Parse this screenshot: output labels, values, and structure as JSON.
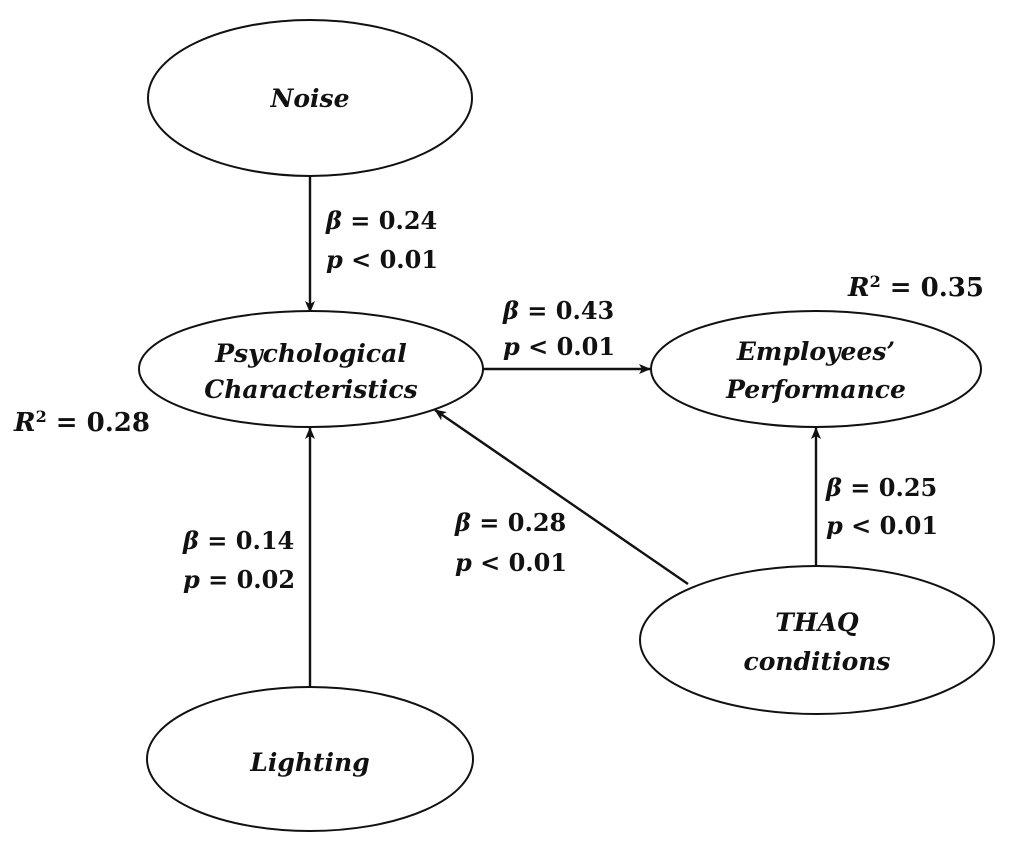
{
  "nodes": {
    "noise": {
      "lines": [
        "Noise"
      ]
    },
    "psych": {
      "lines": [
        "Psychological",
        "Characteristics"
      ]
    },
    "perf": {
      "lines": [
        "Employees’",
        "Performance"
      ]
    },
    "lighting": {
      "lines": [
        "Lighting"
      ]
    },
    "thaq": {
      "lines": [
        "THAQ",
        "conditions"
      ]
    }
  },
  "paths": {
    "noise_psych": {
      "beta": "0.24",
      "p_op": "<",
      "p": "0.01"
    },
    "psych_perf": {
      "beta": "0.43",
      "p_op": "<",
      "p": "0.01"
    },
    "lighting_psych": {
      "beta": "0.14",
      "p_op": "=",
      "p": "0.02"
    },
    "thaq_psych": {
      "beta": "0.28",
      "p_op": "<",
      "p": "0.01"
    },
    "thaq_perf": {
      "beta": "0.25",
      "p_op": "<",
      "p": "0.01"
    }
  },
  "r_squared": {
    "psych": "0.28",
    "perf": "0.35"
  },
  "symbols": {
    "beta": "β",
    "p": "p",
    "r": "R",
    "sup": "2"
  }
}
